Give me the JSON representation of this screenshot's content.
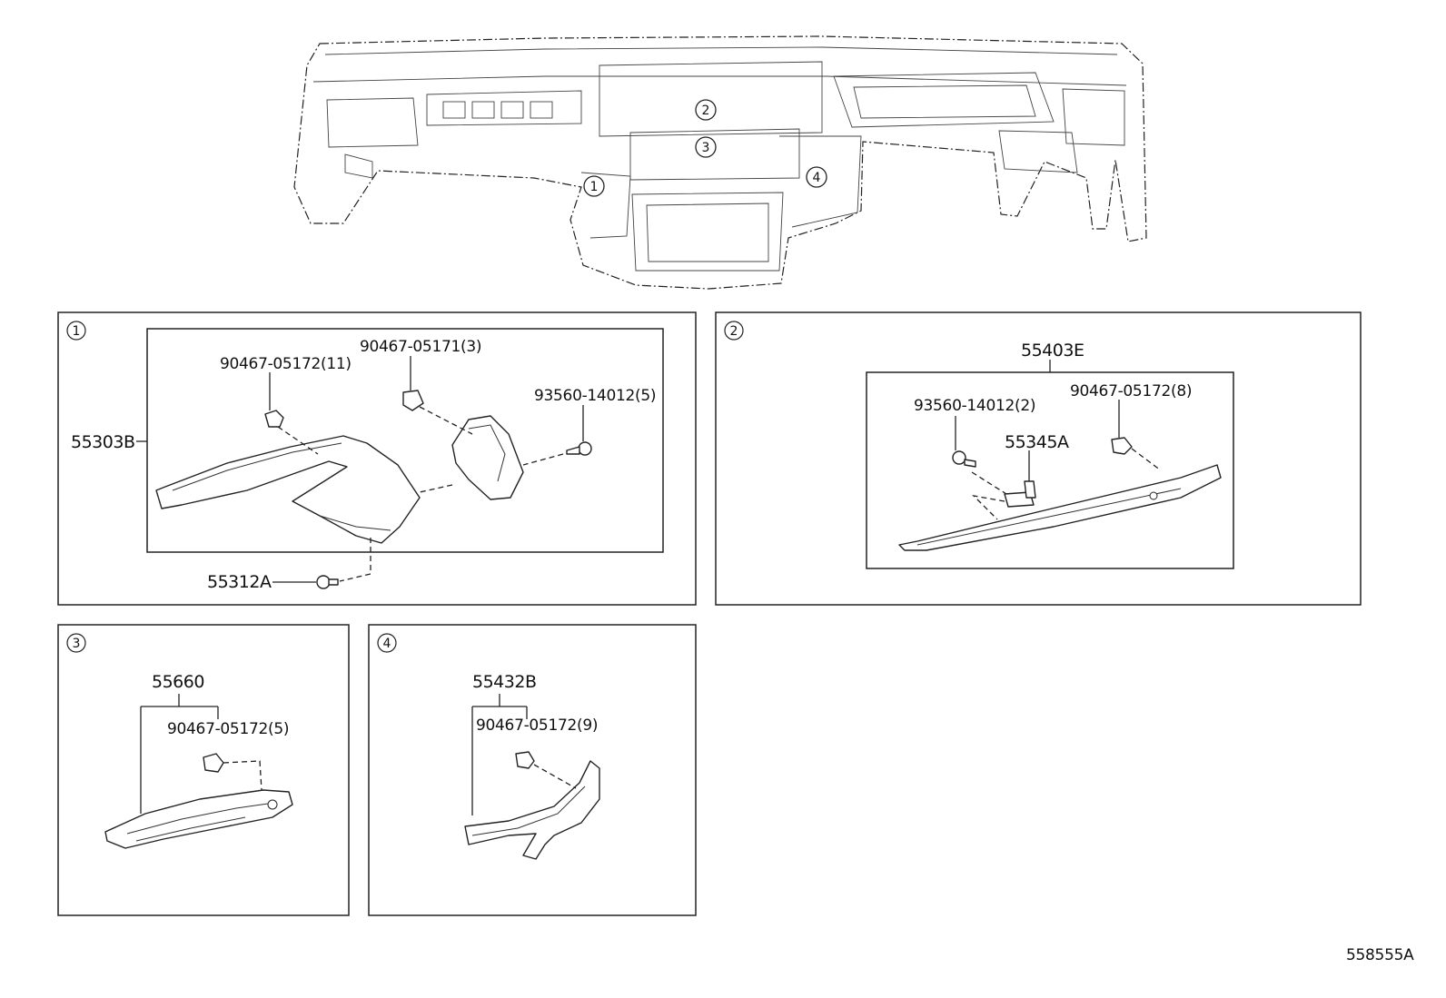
{
  "overview": {
    "callouts": [
      "1",
      "2",
      "3",
      "4"
    ]
  },
  "panels": [
    {
      "number": "1",
      "parts": {
        "main": "55303B",
        "clip_a": "90467-05172(11)",
        "clip_b": "90467-05171(3)",
        "screw": "93560-14012(5)",
        "pin": "55312A"
      }
    },
    {
      "number": "2",
      "parts": {
        "main": "55403E",
        "screw": "93560-14012(2)",
        "clip": "90467-05172(8)",
        "bracket": "55345A"
      }
    },
    {
      "number": "3",
      "parts": {
        "main": "55660",
        "clip": "90467-05172(5)"
      }
    },
    {
      "number": "4",
      "parts": {
        "main": "55432B",
        "clip": "90467-05172(9)"
      }
    }
  ],
  "illustration_code": "558555A"
}
